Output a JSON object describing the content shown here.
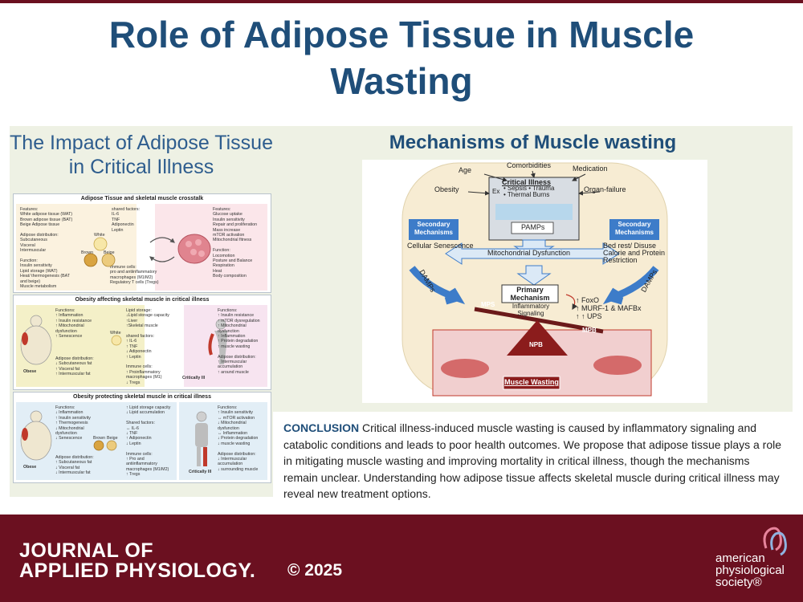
{
  "title": "Role of Adipose Tissue in Muscle Wasting",
  "left_panel": {
    "title": "The Impact of Adipose Tissue in Critical Illness",
    "crosstalk": {
      "heading": "Adipose Tissue and skeletal muscle crosstalk",
      "adipose_text": "Features:\nWhite adipose tissue (WAT)\nBrown adipose tissue (BAT)\nBeige Adipose tissue\n\nAdipose distribution:\nSubcutaneous\nVisceral\nIntermuscular\n\nFunction:\nInsulin sensitivity\nLipid storage (WAT)\nHeat/ thermogenesis (BAT\nand beige)\nMuscle metabolism",
      "shared_text": "shared factors:\nIL-6\nTNF\nAdiponectin\nLeptin",
      "immune_text": "Immune cells:\npro and antiinflammatory\nmacrophages (M1/M2)\nRegulatory T cells (Tregs)",
      "muscle_text": "Features:\nGlucose uptake\nInsulin sensitivity\nRepair and proliferation\nMass increase\nmTOR activation\nMitochondrial fitness\n\nFunction:\nLocomotion\nPosture and Balance\nRespiration\nHeat\nBody composition",
      "fat_labels": [
        "White",
        "Brown",
        "Beige"
      ]
    },
    "affecting": {
      "heading": "Obesity affecting skeletal muscle in critical illness",
      "functions_text": "Functions:\n↑ Inflammation\n↑ Insulin resistance\n↑ Mitochondrial\ndysfunction\n↑ Senescence",
      "distribution_text": "Adipose distribution:\n↓ Subcutaneous fat\n↑ Visceral fat\n↑ Intermuscular fat",
      "lipid_text": "Lipid storage:\n↓Lipid storage capacity\n↑Liver\n↑Skeletal muscle\n\nshared factors:\n↑ IL-6\n↑ TNF\n↓ Adiponectin\n↑ Leptin\n\nImmune cells:\n↑ Proinflammatory\nmacrophages (M1)\n↓ Tregs",
      "muscle_text": "Functions:\n↑ Insulin resistance\n↑ mTOR dysregulation\n↑ Mitochondrial\ndysfunction\n↑ Inflammation\n↑ Protein degradation\n↑ muscle wasting\n\nAdipose distribution:\n↑ Intermuscular\naccumulation\n↑ around muscle",
      "obese_label": "Obese",
      "ill_label": "Critically Ill",
      "white_label": "White"
    },
    "protecting": {
      "heading": "Obesity protecting skeletal muscle in critical illness",
      "functions_text": "Functions:\n↓ Inflammation\n↑ Insulin sensitivity\n↑ Thermogenesis\n↓ Mitochondrial\ndysfunction\n↓ Senescence",
      "distribution_text": "Adipose distribution:\n↑ Subcutaneous fat\n↓ Visceral fat\n↓ Intermuscular fat",
      "lipid_text": "↑ Lipid storage capacity\n↓ Lipid accumulation\n\nShared factors:\n↔ IL-6\n↓ TNF\n↑ Adiponectin\n↓ Leptin\n\nImmune cells:\n↑ Pro and\nantiinflammatory\nmacrophages (M1/M2)\n↑ Tregs",
      "muscle_text": "Functions:\n↑ Insulin sensitivity\n↔ mTOR activation\n↓ Mitochondrial\ndysfunction\n↔ Inflammation\n↓ Protein degradation\n↓ muscle wasting\n\nAdipose distribution:\n↓ Intermuscular\naccumulation\n↓ surrounding muscle",
      "obese_label": "Obese",
      "ill_label": "Critically Ill",
      "fat_labels": [
        "Brown",
        "Beige"
      ]
    }
  },
  "mechanisms": {
    "title": "Mechanisms of Muscle wasting",
    "risk_factors": [
      "Age",
      "Comorbidities",
      "Medication",
      "Obesity",
      "Organ-failure"
    ],
    "critical_illness": "Critical Illness",
    "critical_ex": "Ex",
    "critical_items": "• Sepsis • Trauma\n• Thermal Burns",
    "pamps": "PAMPs",
    "secondary_label": "Secondary\nMechanisms",
    "cellular_senescence": "Cellular Senescence",
    "bed_rest": "Bed rest/ Disuse",
    "calorie": "Calorie and Protein\nRestriction",
    "mito": "Mitochondrial Dysfunction",
    "damps": "DAMPs",
    "primary": "Primary\nMechanism",
    "inflammatory": "Inflammatory\nSignaling",
    "markers": "↑ FoxO\n↑ MURF-1 & MAFBx\n↑ ↑ UPS",
    "mps": "MPS",
    "mpb": "MPB",
    "npb": "NPB",
    "muscle_wasting": "Muscle Wasting"
  },
  "conclusion": {
    "label": "CONCLUSION",
    "text": "Critical illness-induced muscle wasting is caused by inflammatory signaling and catabolic conditions and leads to poor health outcomes. We propose that adipose tissue plays a role in mitigating muscle wasting and improving mortality in critical illness, though the mechanisms remain unclear. Understanding how adipose tissue affects skeletal muscle during critical illness may reveal new treatment options."
  },
  "footer": {
    "journal_line1": "JOURNAL OF",
    "journal_line2": "APPLIED PHYSIOLOGY.",
    "copyright": "© 2025",
    "society": "american\nphysiological\nsociety®"
  },
  "colors": {
    "title_blue": "#1f4e79",
    "maroon": "#6b1020",
    "panel_bg": "#eef1e4",
    "secondary_blue": "#3d7cc9",
    "muscle_red": "#c0392b"
  }
}
